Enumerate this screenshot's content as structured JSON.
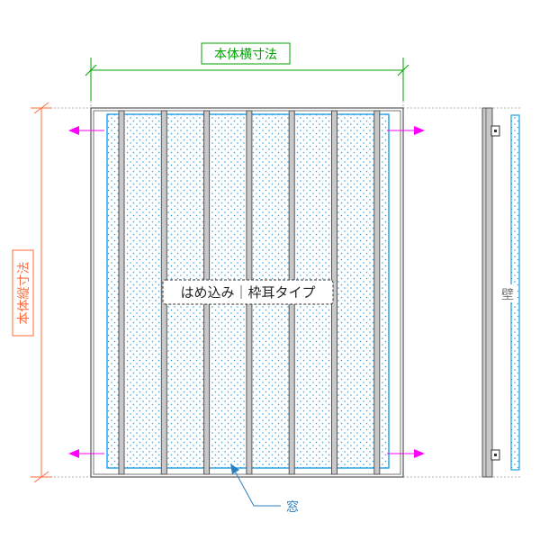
{
  "labels": {
    "width_dimension": "本体横寸法",
    "height_dimension": "本体縦寸法",
    "type_label": "はめ込み｜枠耳タイプ",
    "wall_label": "壁",
    "window_label": "窓"
  },
  "counts": {
    "vertical_bars": 7
  },
  "colors": {
    "width_dimension": "#00a000",
    "height_dimension": "#ff6a3d",
    "window": "#1f9ee6",
    "window_dots": "#2a9ad8",
    "frame": "#555555",
    "bar_fill": "#c8c8c8",
    "arrow": "#ff00ff",
    "leader": "#2a7fc0",
    "guide": "#999999"
  }
}
